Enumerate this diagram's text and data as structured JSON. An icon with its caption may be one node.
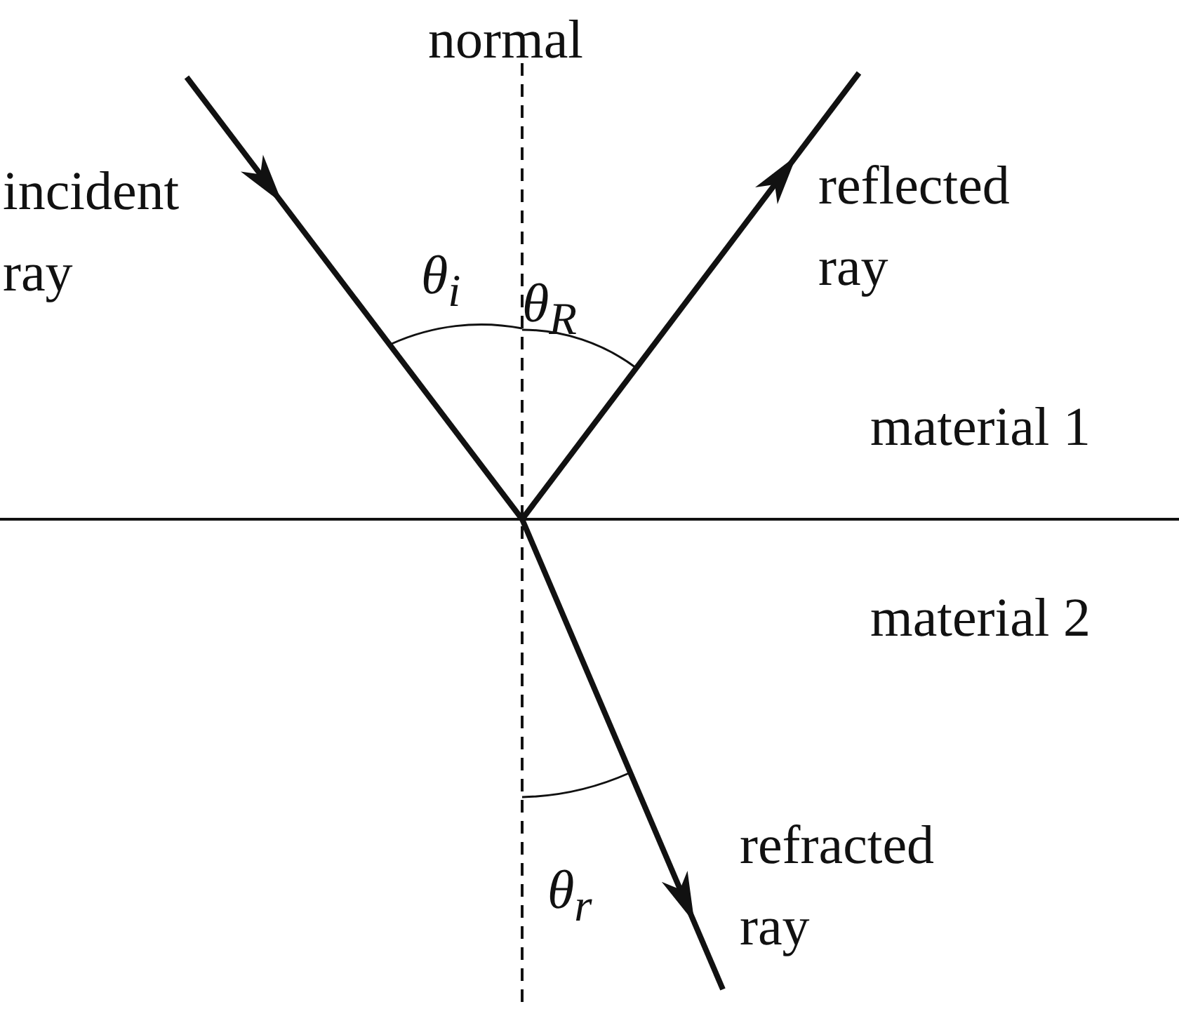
{
  "diagram": {
    "labels": [
      "normal",
      "incident ray",
      "reflected ray",
      "θ$_{i}$",
      "θ$_{R}$",
      "material 1",
      "material 2",
      "θ$_{r}$",
      "refracted ray"
    ]
  }
}
